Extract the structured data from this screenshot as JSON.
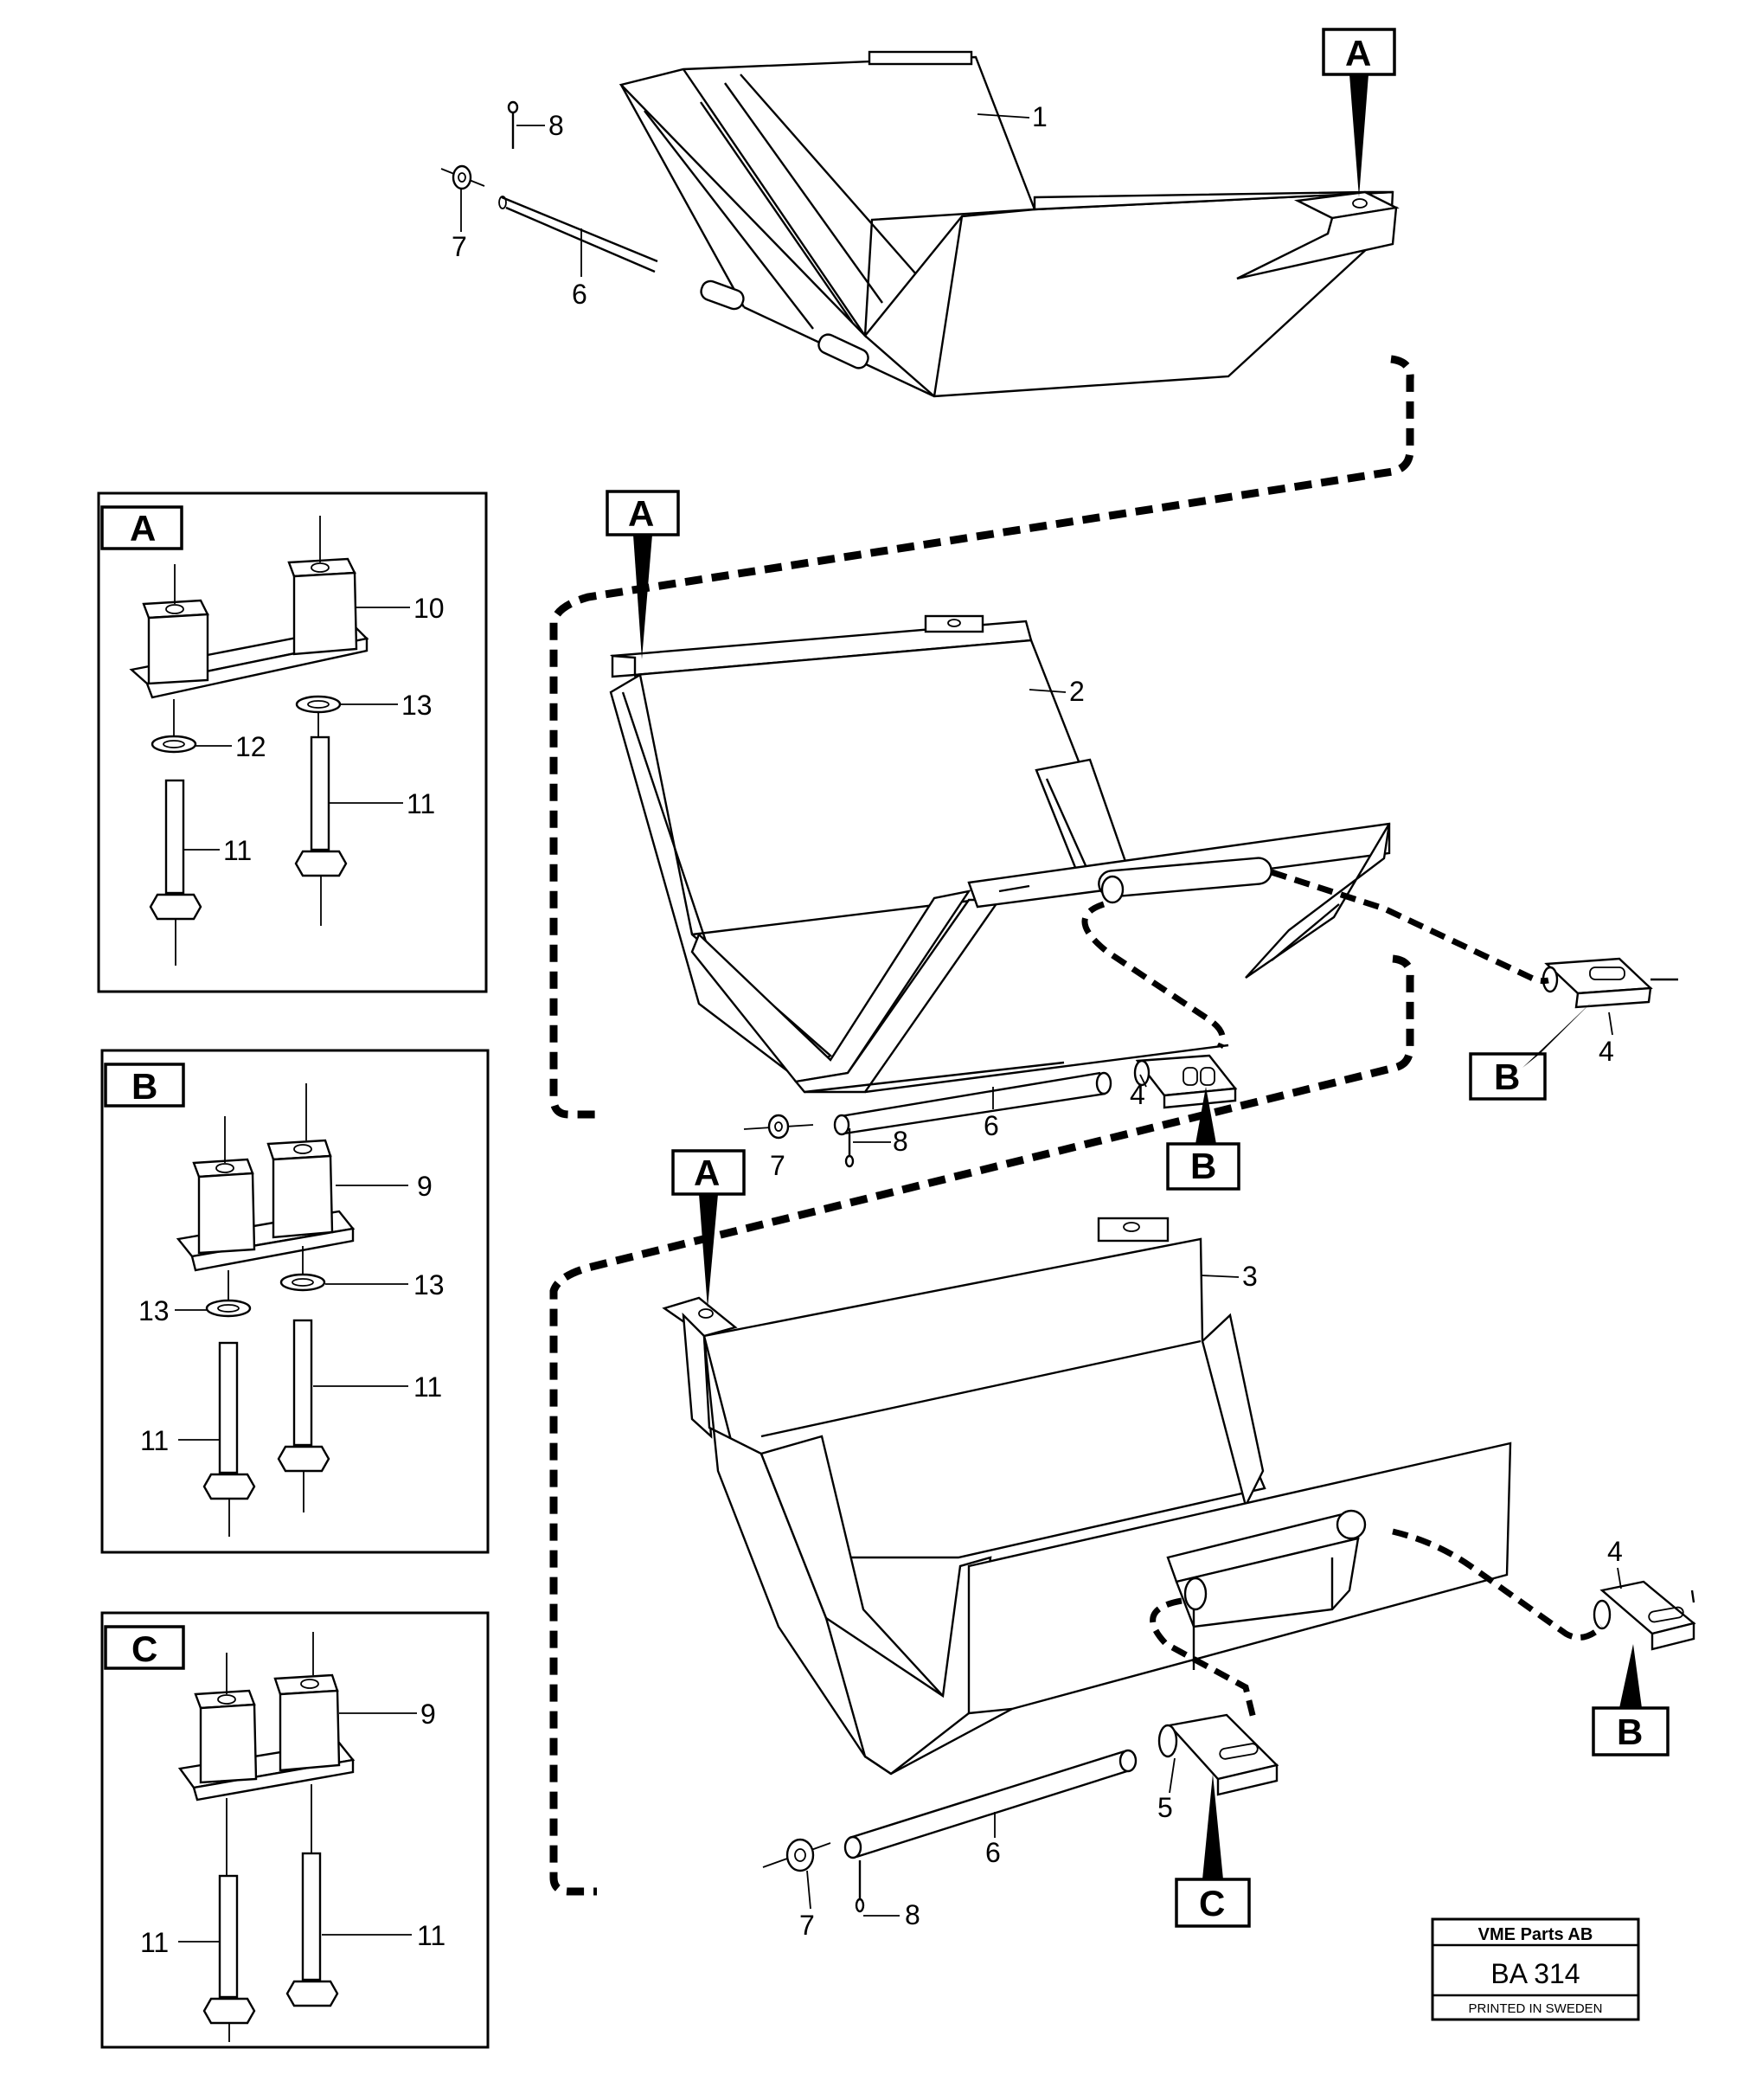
{
  "callouts": {
    "part_1": "1",
    "part_2": "2",
    "part_3": "3",
    "part_4": "4",
    "part_5": "5",
    "part_6": "6",
    "part_7": "7",
    "part_8": "8",
    "part_9": "9",
    "part_10": "10",
    "part_11": "11",
    "part_12": "12",
    "part_13": "13"
  },
  "detail_views": {
    "A": "A",
    "B": "B",
    "C": "C"
  },
  "stamp": {
    "company": "VME Parts AB",
    "code": "BA 314",
    "printed": "PRINTED IN SWEDEN"
  }
}
